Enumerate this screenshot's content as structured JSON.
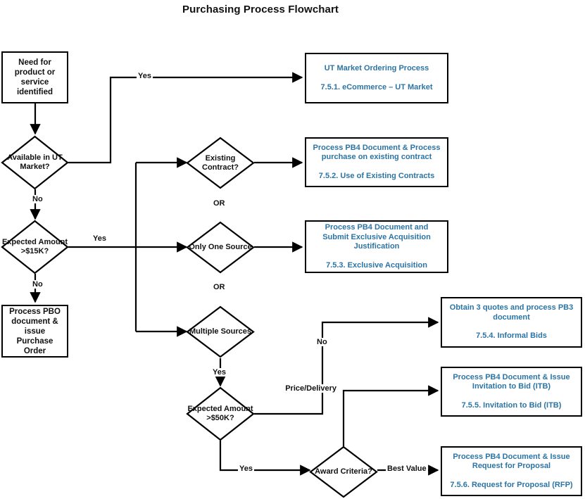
{
  "title": "Purchasing Process Flowchart",
  "colors": {
    "accent_blue": "#2b74a4",
    "text_black": "#111111",
    "line_black": "#000000",
    "background": "#ffffff"
  },
  "nodes": {
    "start": {
      "label": "Need for product or service identified"
    },
    "decision_ut_market": {
      "label": "Available in UT Market?"
    },
    "decision_15k": {
      "label": "Expected Amount >$15K?"
    },
    "process_pbo": {
      "label": "Process PBO document & issue Purchase Order"
    },
    "decision_existing_contract": {
      "label": "Existing Contract?"
    },
    "decision_only_one_source": {
      "label": "Only One Source"
    },
    "decision_multiple_sources": {
      "label": "Multiple Sources"
    },
    "decision_50k": {
      "label": "Expected Amount >$50K?"
    },
    "decision_award_criteria": {
      "label": "Award Criteria?"
    }
  },
  "reference_boxes": [
    {
      "id": "ut-market-ordering",
      "title": "UT Market Ordering Process",
      "reference": "7.5.1. eCommerce – UT Market"
    },
    {
      "id": "existing-contract",
      "title": "Process PB4 Document & Process purchase on existing contract",
      "reference": "7.5.2. Use of Existing Contracts"
    },
    {
      "id": "exclusive-acquisition",
      "title": "Process PB4 Document and Submit Exclusive Acquisition Justification",
      "reference": "7.5.3. Exclusive Acquisition"
    },
    {
      "id": "informal-bids",
      "title": "Obtain 3 quotes and process PB3 document",
      "reference": "7.5.4. Informal Bids"
    },
    {
      "id": "invitation-to-bid",
      "title": "Process PB4 Document & Issue Invitation to Bid (ITB)",
      "reference": "7.5.5. Invitation to Bid (ITB)"
    },
    {
      "id": "request-for-proposal",
      "title": "Process PB4 Document & Issue Request for Proposal",
      "reference": "7.5.6. Request for Proposal (RFP)"
    }
  ],
  "edge_labels": {
    "ut_market_yes": "Yes",
    "ut_market_no": "No",
    "amount_15k_yes": "Yes",
    "amount_15k_no": "No",
    "or_1": "OR",
    "or_2": "OR",
    "multiple_sources_yes": "Yes",
    "amount_50k_no": "No",
    "amount_50k_yes": "Yes",
    "award_price_delivery": "Price/Delivery",
    "award_best_value": "Best Value"
  }
}
